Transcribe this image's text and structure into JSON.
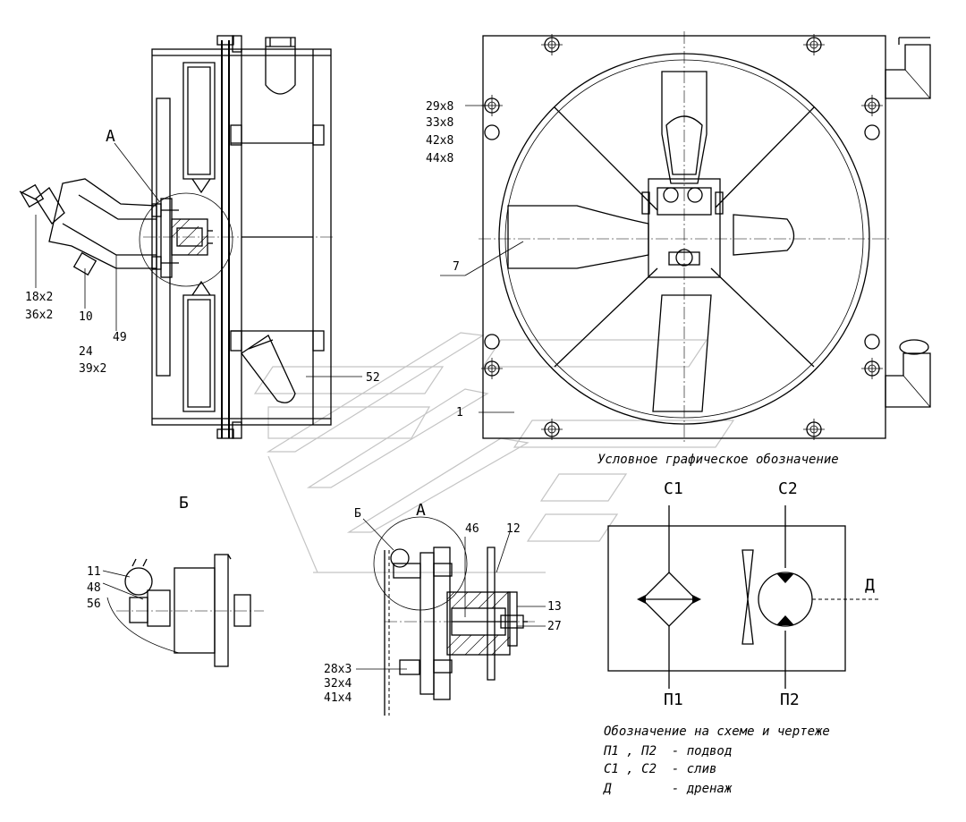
{
  "labels": {
    "view_a": "А",
    "view_b": "Б",
    "detail_a": "А",
    "detail_b": "Б",
    "part_29": "29х8",
    "part_33": "33х8",
    "part_42": "42х8",
    "part_44": "44х8",
    "part_7": "7",
    "part_1": "1",
    "part_52": "52",
    "part_18": "18х2",
    "part_36": "36х2",
    "part_10": "10",
    "part_24": "24",
    "part_39": "39х2",
    "part_49": "49",
    "part_11": "11",
    "part_48": "48",
    "part_56": "56",
    "part_46": "46",
    "part_12": "12",
    "part_13": "13",
    "part_27": "27",
    "part_28": "28х3",
    "part_32": "32х4",
    "part_41": "41х4"
  },
  "symbol": {
    "title": "Условное графическое обозначение",
    "port_c1": "С1",
    "port_c2": "С2",
    "port_p1": "П1",
    "port_p2": "П2",
    "port_d": "Д"
  },
  "legend": {
    "title": "Обозначение на схеме и чертеже",
    "row1": "П1 , П2  - подвод",
    "row2": "С1 , С2  - слив",
    "row3": "Д        - дренаж"
  }
}
